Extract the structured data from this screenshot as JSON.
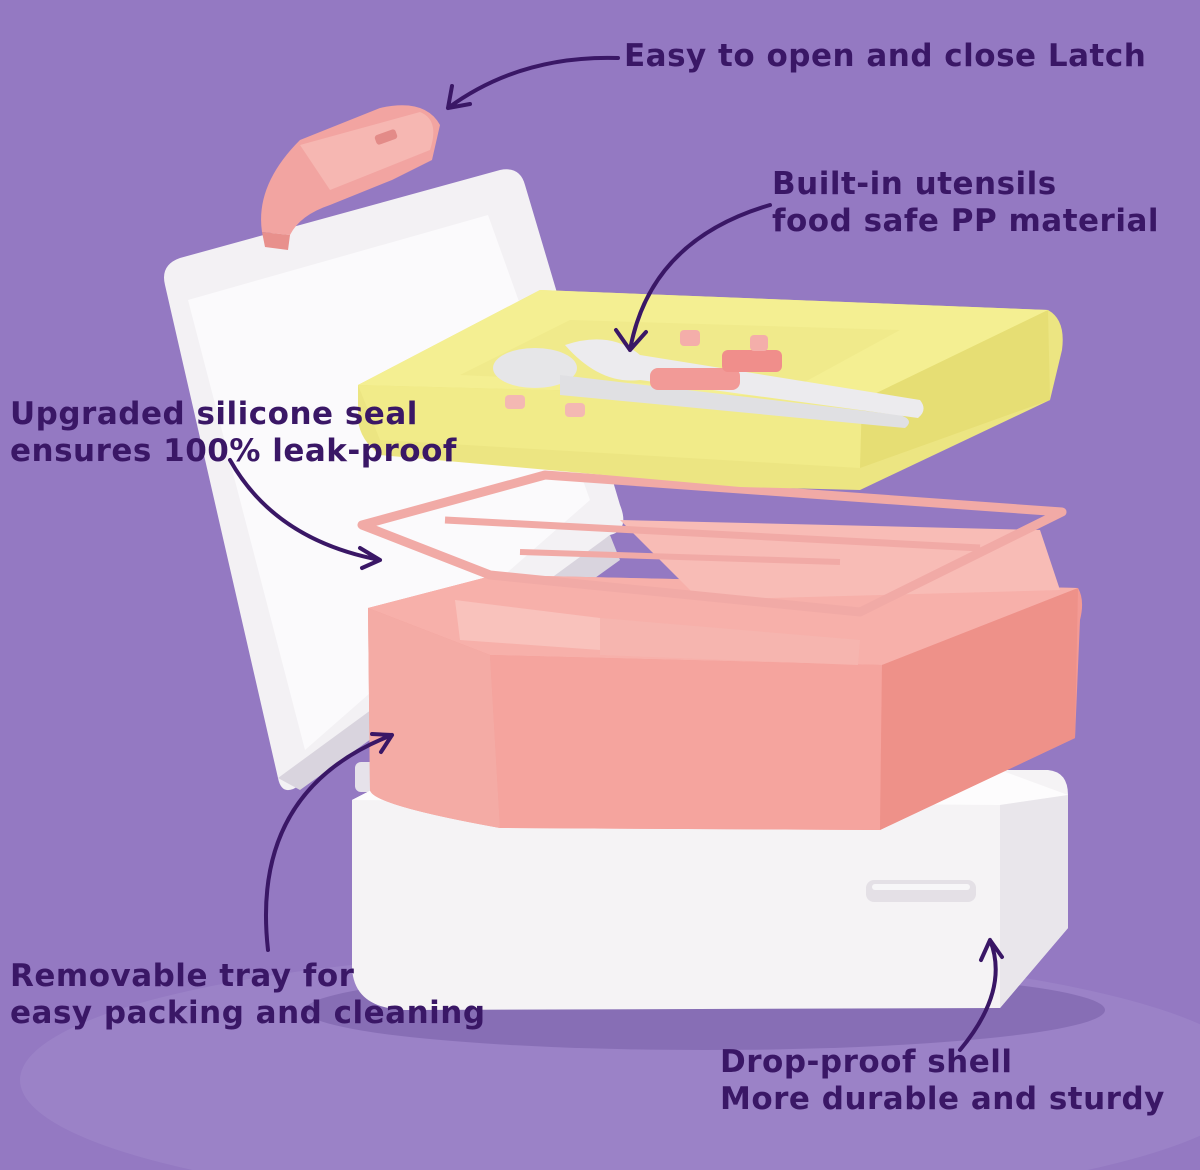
{
  "callouts": {
    "latch": {
      "lines": [
        "Easy to open and close Latch"
      ]
    },
    "utensils": {
      "lines": [
        "Built-in utensils",
        "food safe PP material"
      ]
    },
    "seal": {
      "lines": [
        "Upgraded silicone seal",
        "ensures 100% leak-proof"
      ]
    },
    "tray": {
      "lines": [
        "Removable tray for",
        "easy packing and cleaning"
      ]
    },
    "shell": {
      "lines": [
        "Drop-proof shell",
        "More durable and sturdy"
      ]
    }
  },
  "colors": {
    "background": "#9479c2",
    "text": "#3a1766",
    "shell_white": "#f6f4f6",
    "latch_pink": "#f2a4a1",
    "tray_pink": "#f39a94",
    "lid_yellow": "#f1ec8c",
    "utensil_gray": "#e4e4e6"
  },
  "icons": [
    "curved-arrow-icon"
  ]
}
